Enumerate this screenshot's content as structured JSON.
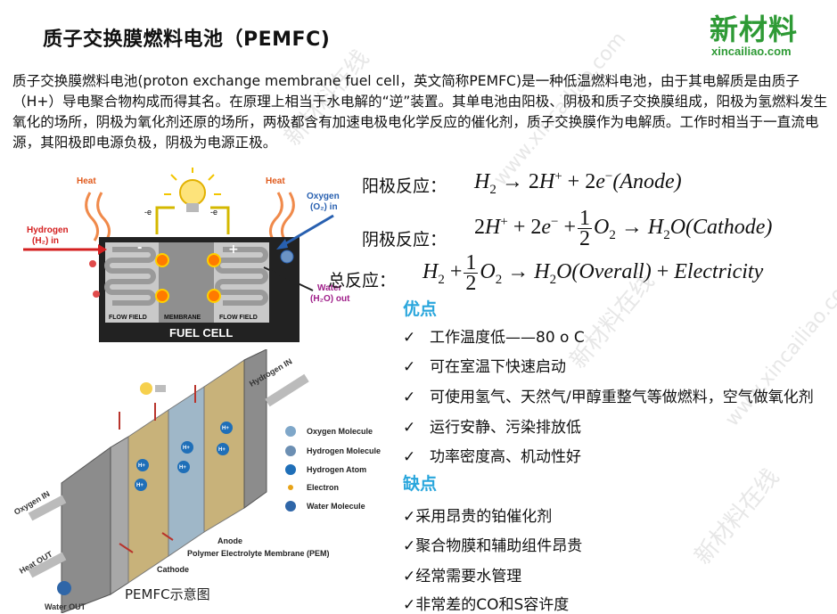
{
  "title": "质子交换膜燃料电池（PEMFC)",
  "logo": {
    "main": "新材料",
    "url": "xincailiao.com"
  },
  "watermark": {
    "text": "新材料在线",
    "url": "www.xincailiao.com"
  },
  "intro": "质子交换膜燃料电池(proton exchange membrane fuel cell，英文简称PEMFC)是一种低温燃料电池，由于其电解质是由质子（H+）导电聚合物构成而得其名。在原理上相当于水电解的“逆”装置。其单电池由阳极、阴极和质子交换膜组成，阳极为氢燃料发生氧化的场所，阴极为氧化剂还原的场所，两极都含有加速电极电化学反应的催化剂，质子交换膜作为电解质。工作时相当于一直流电源，其阳极即电源负极，阴极为电源正极。",
  "fuel_cell_diagram": {
    "heat_left": "Heat",
    "heat_right": "Heat",
    "hydrogen_in": "Hydrogen",
    "hydrogen_in_formula": "(H₂) in",
    "oxygen_in": "Oxygen",
    "oxygen_in_formula": "(O₂) in",
    "water_out": "Water",
    "water_out_formula": "(H₂O) out",
    "electron_left": "-e",
    "electron_right": "-e",
    "minus": "-",
    "plus": "+",
    "flow_field_left": "FLOW FIELD",
    "membrane": "MEMBRANE",
    "flow_field_right": "FLOW FIELD",
    "footer": "FUEL CELL"
  },
  "stack_diagram": {
    "hydrogen_in": "Hydrogen IN",
    "oxygen_in": "Oxygen IN",
    "heat_out": "Heat OUT",
    "water_out": "Water OUT",
    "anode": "Anode",
    "pem": "Polymer Electrolyte Membrane (PEM)",
    "cathode": "Cathode",
    "legend": [
      {
        "label": "Oxygen Molecule",
        "color": "#7fa7c9"
      },
      {
        "label": "Hydrogen Molecule",
        "color": "#6c8fb3"
      },
      {
        "label": "Hydrogen Atom",
        "color": "#1f6fb8"
      },
      {
        "label": "Electron",
        "color": "#e8a317"
      },
      {
        "label": "Water Molecule",
        "color": "#2f66a8"
      }
    ],
    "ions": [
      "H+",
      "H+",
      "H+",
      "H+",
      "H+",
      "H+"
    ]
  },
  "equations": {
    "anode_label": "阳极反应：",
    "cathode_label": "阴极反应：",
    "overall_label": "总反应："
  },
  "advantages_title": "优点",
  "advantages": [
    "工作温度低——80 o C",
    "可在室温下快速启动",
    "可使用氢气、天然气/甲醇重整气等做燃料，空气做氧化剂",
    "运行安静、污染排放低",
    "功率密度高、机动性好"
  ],
  "disadvantages_title": "缺点",
  "disadvantages": [
    "采用昂贵的铂催化剂",
    "聚合物膜和辅助组件昂贵",
    "经常需要水管理",
    "非常差的CO和S容许度"
  ],
  "check_mark": "✓",
  "caption": "PEMFC示意图"
}
